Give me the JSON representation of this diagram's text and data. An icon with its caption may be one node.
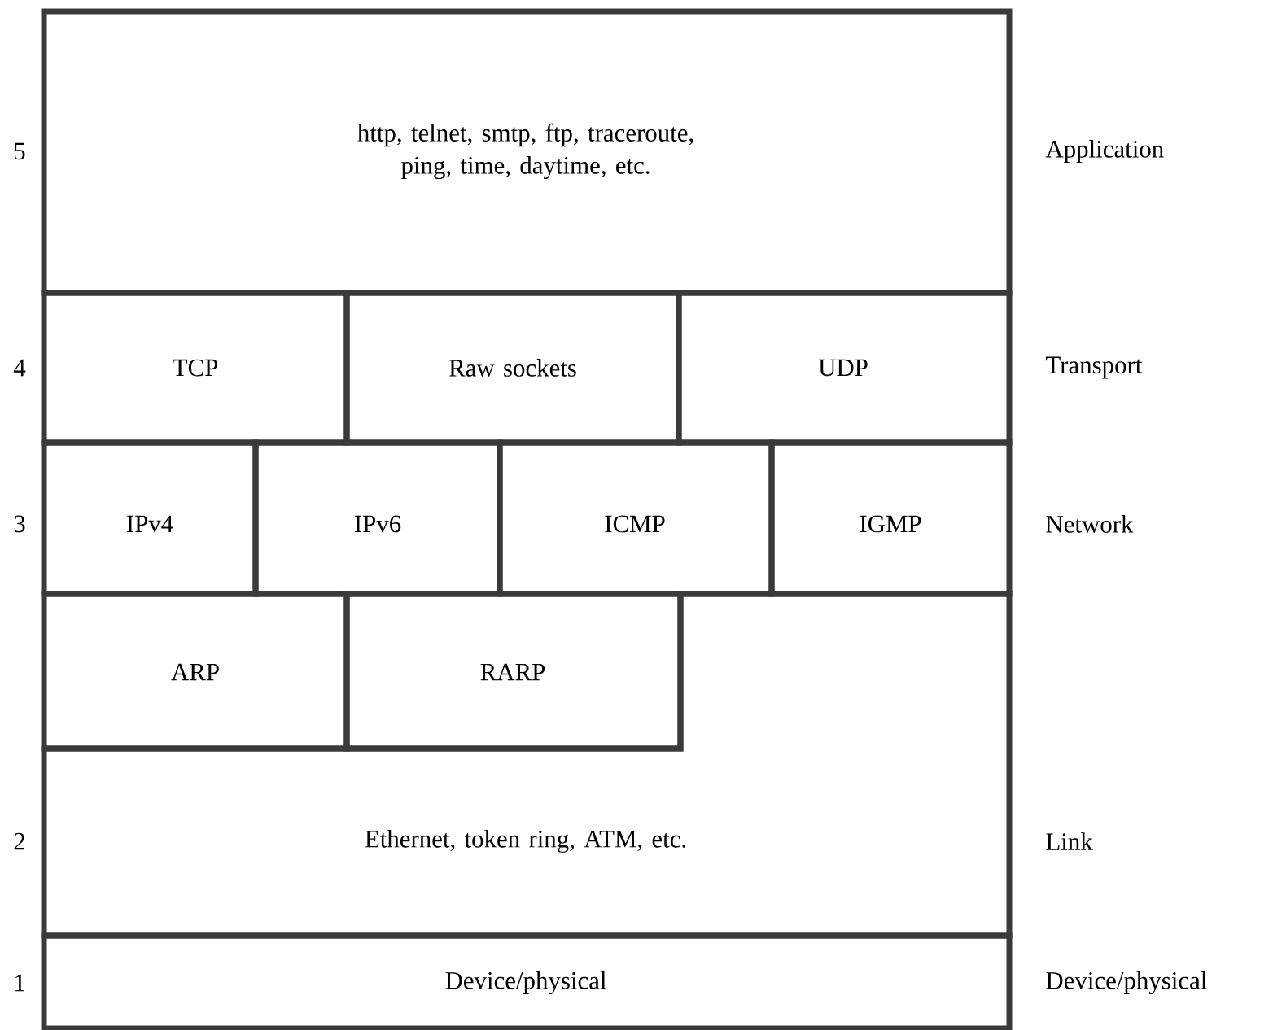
{
  "diagram": {
    "nodes": [
      {
        "text": [
          "http, telnet, smtp, ftp, traceroute, ping, time, daytime, etc."
        ]
      },
      {
        "text": [
          "TCP"
        ]
      },
      {
        "text": [
          "Raw sockets"
        ]
      },
      {
        "text": [
          "UDP"
        ]
      },
      {
        "text": [
          "IPv4"
        ]
      },
      {
        "text": [
          "IPv6"
        ]
      },
      {
        "text": [
          "ICMP"
        ]
      },
      {
        "text": [
          "IGMP"
        ]
      },
      {
        "text": [
          "ARP"
        ]
      },
      {
        "text": [
          "RARP"
        ]
      },
      {
        "text": [
          "Ethernet, token ring, ATM, etc."
        ]
      },
      {
        "text": [
          "Device/physical"
        ]
      }
    ],
    "labels": [
      "5",
      "Application",
      "4",
      "Transport",
      "3",
      "Network",
      "2",
      "Link",
      "1",
      "Device/physical"
    ]
  }
}
